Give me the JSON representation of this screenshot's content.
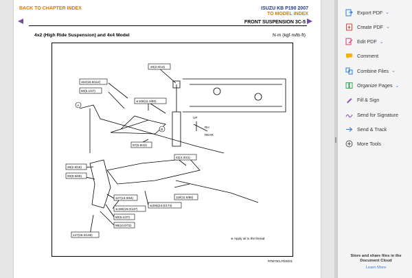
{
  "header": {
    "back_link": "BACK TO CHAPTER INDEX",
    "model_line": "ISUZU KB P190 2007",
    "model_link": "TO MODEL INDEX",
    "section_title": "FRONT SUSPENSION  3C-5"
  },
  "diagram": {
    "title": "4x2 (High Ride Suspension) and 4x4 Model",
    "units": "N·m (kgf·m/lb·ft)",
    "labels": {
      "l1": "20(2.0/14)",
      "l2": "152(15.5/112)",
      "l3": "50(5.1/37)",
      "l4": "※108(11.0/80)",
      "l5": "57(5.8/42)",
      "l6": "42(4.3/31)",
      "l7": "26(2.6/18)",
      "l8": "93(9.5/69)",
      "l9": "118(11.8/85)",
      "l10": "127(13.0/94)",
      "l11": "※255(24.0/174)",
      "l12": "※186(19.0/137)",
      "l13": "50(5.1/37)",
      "l14": "98(10.0/72)",
      "l15": "147(15.0/108)"
    },
    "marker_a": "A",
    "marker_b": "B",
    "up": "UP",
    "rh": "RH",
    "rear": "REAR",
    "note": "※ Apply oil to the thread",
    "figure_code": "RTW73CLF000201"
  },
  "sidebar": {
    "tools": [
      {
        "label": "Export PDF",
        "icon": "export-pdf-icon",
        "color": "#2d7dd2",
        "dropdown": true
      },
      {
        "label": "Create PDF",
        "icon": "create-pdf-icon",
        "color": "#e2413b",
        "dropdown": true
      },
      {
        "label": "Edit PDF",
        "icon": "edit-pdf-icon",
        "color": "#d4397a",
        "dropdown": true
      },
      {
        "label": "Comment",
        "icon": "comment-icon",
        "color": "#f0b400",
        "dropdown": false
      },
      {
        "label": "Combine Files",
        "icon": "combine-files-icon",
        "color": "#2d7dd2",
        "dropdown": true
      },
      {
        "label": "Organize Pages",
        "icon": "organize-pages-icon",
        "color": "#3aa55c",
        "dropdown": true
      },
      {
        "label": "Fill & Sign",
        "icon": "fill-sign-icon",
        "color": "#8b56c8",
        "dropdown": false
      },
      {
        "label": "Send for Signature",
        "icon": "send-signature-icon",
        "color": "#8b56c8",
        "dropdown": false
      },
      {
        "label": "Send & Track",
        "icon": "send-track-icon",
        "color": "#2d7dd2",
        "dropdown": false
      },
      {
        "label": "More Tools",
        "icon": "more-tools-icon",
        "color": "#555555",
        "dropdown": false
      }
    ],
    "store_text": "Store and share files in the Document Cloud",
    "learn_more": "Learn More"
  }
}
